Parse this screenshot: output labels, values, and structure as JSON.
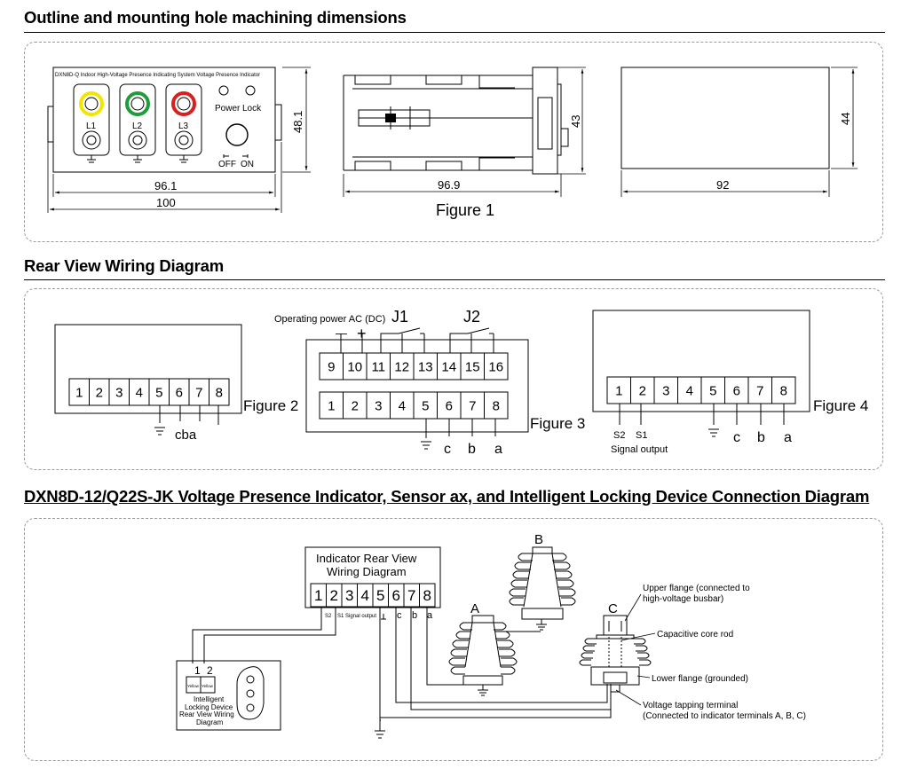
{
  "sections": [
    {
      "title": "Outline and mounting hole machining dimensions"
    },
    {
      "title": "Rear View Wiring Diagram"
    },
    {
      "title": "DXN8D-12/Q22S-JK Voltage Presence Indicator, Sensor ax, and Intelligent Locking Device Connection Diagram"
    }
  ],
  "figure1": {
    "caption": "Figure 1",
    "front": {
      "model_text": "DXN8D-Q Indoor High-Voltage Presence Indicating System Voltage Presence Indicator",
      "phases": [
        "L1",
        "L2",
        "L3"
      ],
      "indicator_colors": [
        "#f2e600",
        "#1f9d3a",
        "#d6211f"
      ],
      "power_label": "Power",
      "lock_label": "Lock",
      "off_label": "OFF",
      "on_label": "ON"
    },
    "dims": {
      "front_inner_w": "96.1",
      "front_outer_w": "100",
      "front_h": "48.1",
      "side_w": "96.9",
      "side_h": "43",
      "rear_w": "92",
      "rear_h": "44"
    }
  },
  "figure2": {
    "caption": "Figure 2",
    "terminals": [
      "1",
      "2",
      "3",
      "4",
      "5",
      "6",
      "7",
      "8"
    ],
    "phase_labels": "cba"
  },
  "figure3": {
    "caption": "Figure 3",
    "power_label": "Operating power AC  (DC)",
    "minus": "—",
    "plus": "+",
    "j1": "J1",
    "j2": "J2",
    "top_terminals": [
      "9",
      "10",
      "11",
      "12",
      "13",
      "14",
      "15",
      "16"
    ],
    "bottom_terminals": [
      "1",
      "2",
      "3",
      "4",
      "5",
      "6",
      "7",
      "8"
    ],
    "phase_labels": [
      "c",
      "b",
      "a"
    ]
  },
  "figure4": {
    "caption": "Figure 4",
    "terminals": [
      "1",
      "2",
      "3",
      "4",
      "5",
      "6",
      "7",
      "8"
    ],
    "s2": "S2",
    "s1": "S1",
    "signal_output": "Signal output",
    "phase_labels": [
      "c",
      "b",
      "a"
    ]
  },
  "connection": {
    "rear_view_title_1": "Indicator Rear View",
    "rear_view_title_2": "Wiring Diagram",
    "terminals": [
      "1",
      "2",
      "3",
      "4",
      "5",
      "6",
      "7",
      "8"
    ],
    "s2_label": "S2",
    "s1_label": "S1 Signal output",
    "phase_labels": [
      "c",
      "b",
      "a"
    ],
    "insulator_a": "A",
    "insulator_b": "B",
    "insulator_c": "C",
    "lock_terminals": [
      "1",
      "2"
    ],
    "lock_small_labels": [
      "Yellow",
      "Yellow"
    ],
    "lock_caption": [
      "Intelligent",
      "Locking Device",
      "Rear View Wiring",
      "Diagram"
    ],
    "annotations": {
      "upper_flange_1": "Upper flange (connected to",
      "upper_flange_2": "high-voltage busbar)",
      "core_rod": "Capacitive core rod",
      "lower_flange": "Lower flange (grounded)",
      "tap_1": "Voltage tapping terminal",
      "tap_2": "(Connected to indicator terminals A, B, C)"
    }
  }
}
